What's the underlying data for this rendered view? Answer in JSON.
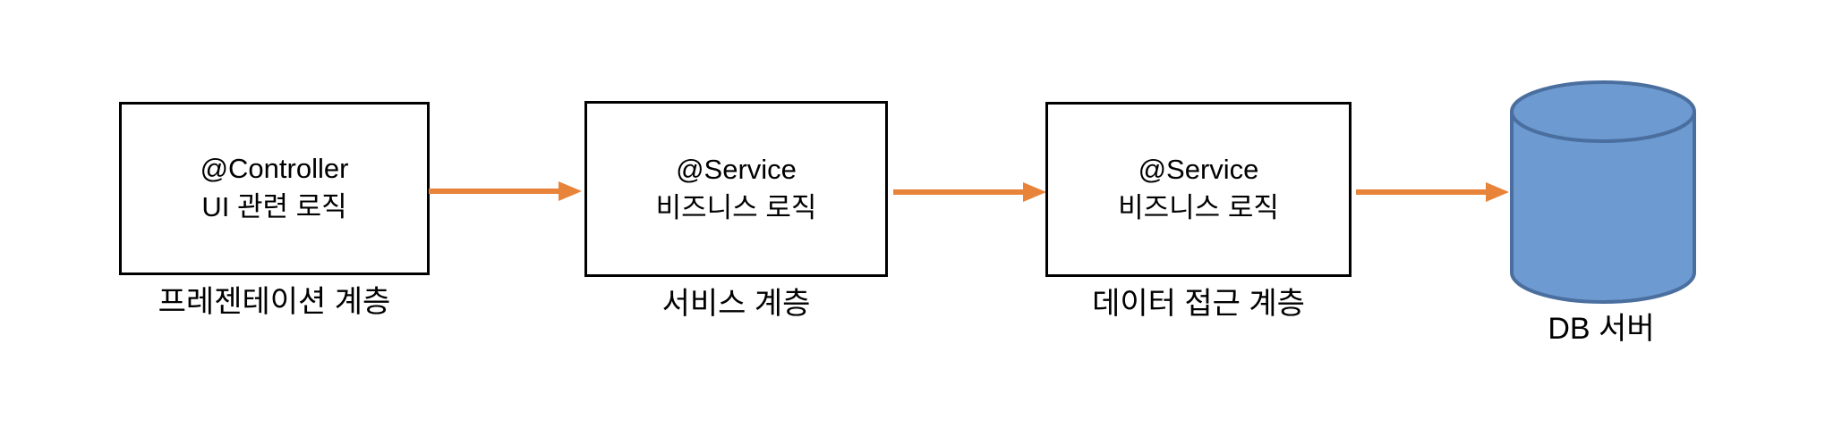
{
  "colors": {
    "arrow": "#E8833A",
    "box_border": "#000000",
    "text": "#000000",
    "cylinder_fill": "#6D9AD0",
    "cylinder_stroke": "#4A6F9F"
  },
  "diagram": {
    "boxes": [
      {
        "id": "presentation",
        "line1": "@Controller",
        "line2": "UI 관련 로직",
        "label": "프레젠테이션 계층"
      },
      {
        "id": "service",
        "line1": "@Service",
        "line2": "비즈니스 로직",
        "label": "서비스 계층"
      },
      {
        "id": "data-access",
        "line1": "@Service",
        "line2": "비즈니스 로직",
        "label": "데이터 접근 계층"
      }
    ],
    "database": {
      "label": "DB 서버"
    }
  }
}
